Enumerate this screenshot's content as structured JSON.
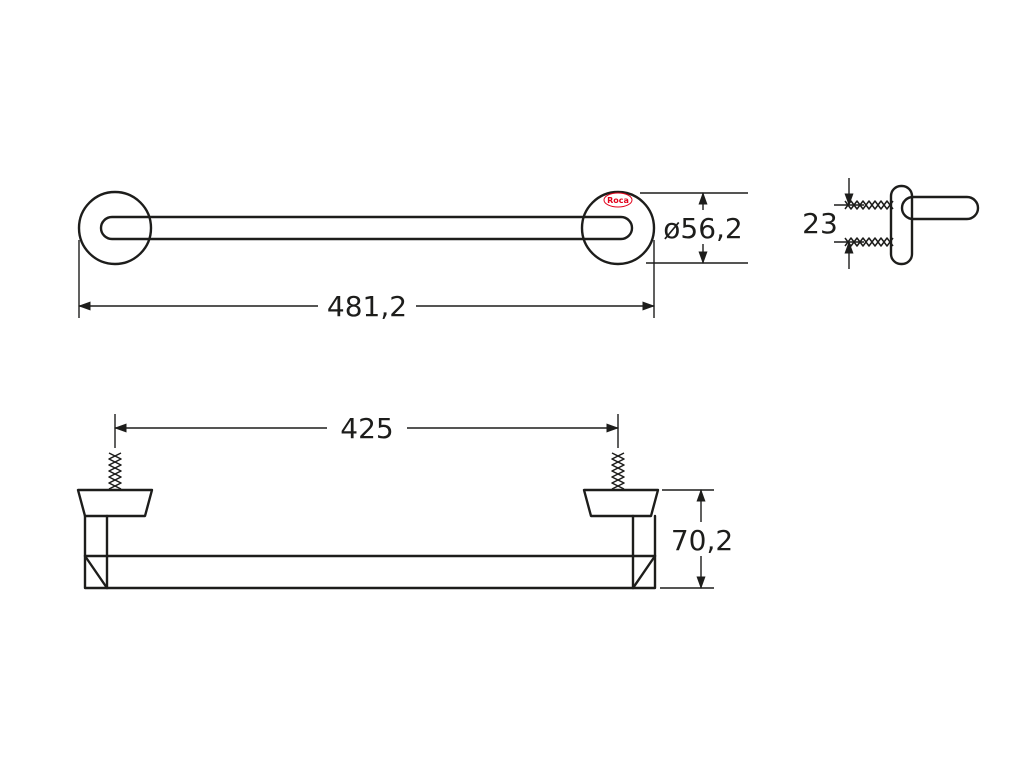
{
  "page": {
    "background_color": "#ffffff",
    "line_color": "#1d1d1b",
    "brand_color": "#e2001a"
  },
  "brand": {
    "logo_text": "Roca"
  },
  "dimensions": {
    "roset_diameter": "ø56,2",
    "overall_length": "481,2",
    "screw_spacing": "23",
    "mount_centers": "425",
    "projection_height": "70,2"
  }
}
